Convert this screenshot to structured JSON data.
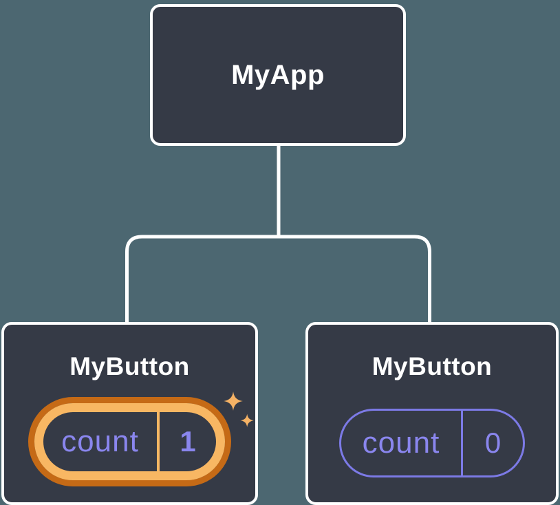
{
  "tree": {
    "root": {
      "label": "MyApp"
    },
    "children": [
      {
        "label": "MyButton",
        "state": {
          "name": "count",
          "value": "1"
        },
        "highlighted": true
      },
      {
        "label": "MyButton",
        "state": {
          "name": "count",
          "value": "0"
        },
        "highlighted": false
      }
    ]
  },
  "icons": {
    "sparkle": "sparkle-icon"
  },
  "colors": {
    "background": "#4C6771",
    "node_background": "#353A46",
    "node_border": "#FFFFFF",
    "connector": "#FFFFFF",
    "title_text": "#FFFFFF",
    "state_text": "#8A86EE",
    "state_outline": "#7C7AE6",
    "highlight_ring_outer": "#C56A16",
    "highlight_ring_inner": "#F8B763",
    "sparkle": "#F5B265"
  }
}
